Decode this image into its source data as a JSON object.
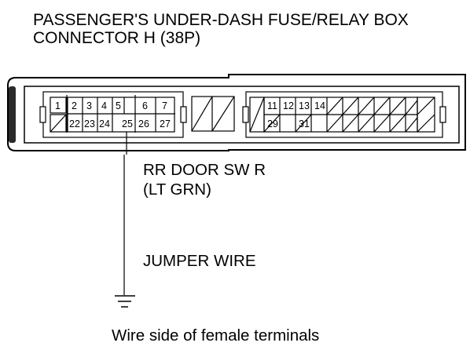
{
  "title": {
    "line1": "PASSENGER'S UNDER-DASH FUSE/RELAY BOX",
    "line2": "CONNECTOR H (38P)"
  },
  "wire": {
    "name": "RR DOOR SW R",
    "color": "(LT GRN)"
  },
  "jumper_label": "JUMPER WIRE",
  "caption": "Wire side of female terminals",
  "connector": {
    "pins_left_top": [
      "1",
      "2",
      "3",
      "4",
      "5",
      "6",
      "7"
    ],
    "pins_left_bottom": [
      "22",
      "23",
      "24",
      "25",
      "26",
      "27"
    ],
    "pins_right_top": [
      "11",
      "12",
      "13",
      "14"
    ],
    "pins_right_bottom": [
      "29",
      "31"
    ],
    "probed_pin": "25"
  },
  "symbols": [
    "ground-icon"
  ]
}
